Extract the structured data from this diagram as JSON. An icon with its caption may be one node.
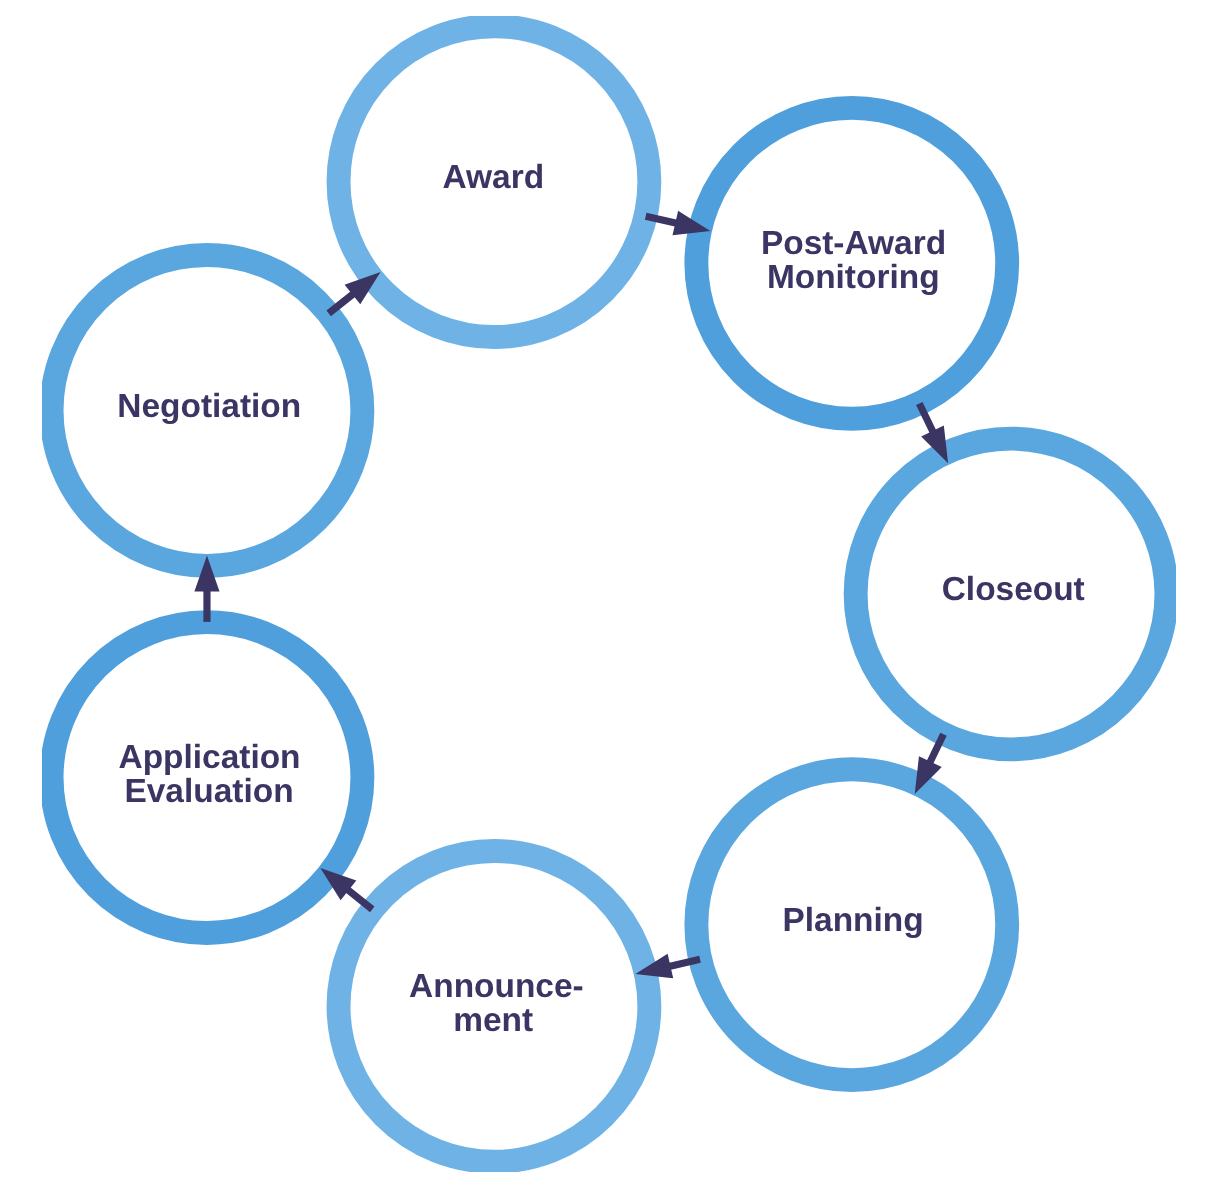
{
  "diagram": {
    "nodes": [
      {
        "text": [
          "Planning"
        ]
      },
      {
        "text": [
          "Announce-ment"
        ]
      },
      {
        "text": [
          "Application Evaluation"
        ]
      },
      {
        "text": [
          "Negotiation"
        ]
      },
      {
        "text": [
          "Award"
        ]
      },
      {
        "text": [
          "Post-Award Monitoring"
        ]
      },
      {
        "text": [
          "Closeout"
        ]
      }
    ],
    "edges": [
      {
        "from": 0,
        "to": 1,
        "arrow": "to"
      },
      {
        "from": 1,
        "to": 2,
        "arrow": "to"
      },
      {
        "from": 2,
        "to": 3,
        "arrow": "to"
      },
      {
        "from": 3,
        "to": 4,
        "arrow": "to"
      },
      {
        "from": 4,
        "to": 5,
        "arrow": "to"
      },
      {
        "from": 5,
        "to": 6,
        "arrow": "to"
      },
      {
        "from": 6,
        "to": 0,
        "arrow": "to"
      }
    ]
  }
}
